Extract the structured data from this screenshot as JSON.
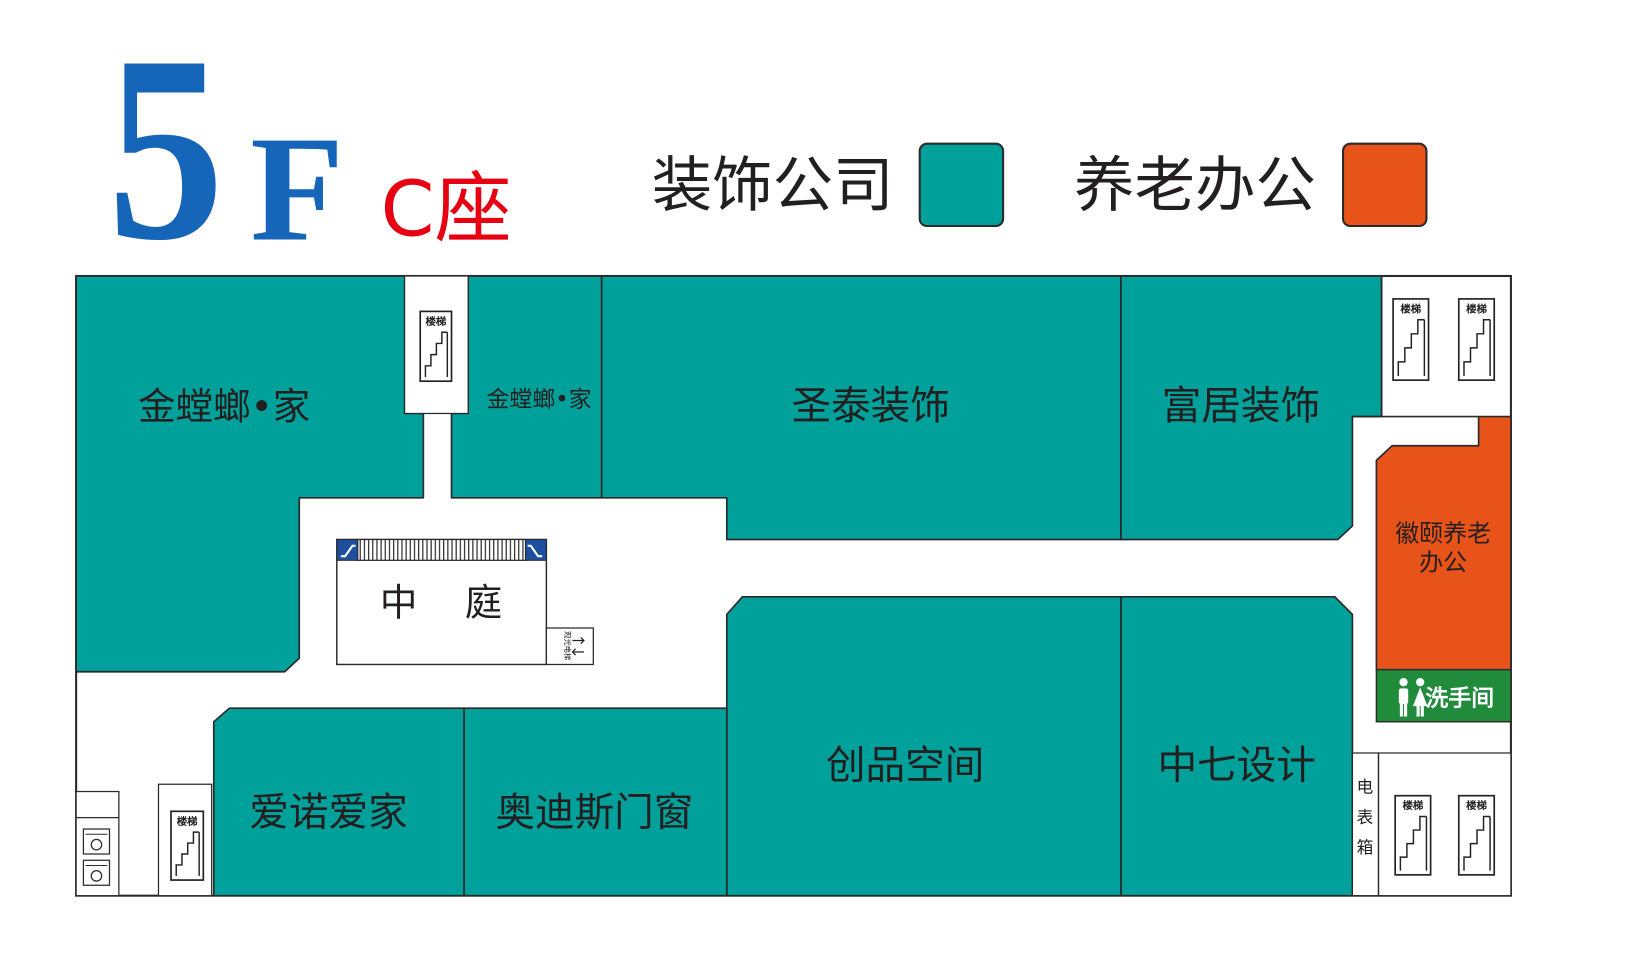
{
  "title": {
    "number": "5",
    "letter": "F",
    "block": "C座"
  },
  "legend": {
    "decoration": {
      "label": "装饰公司",
      "color": "#00a19a"
    },
    "elderly_office": {
      "label": "养老办公",
      "color": "#e8531a"
    }
  },
  "colors": {
    "floor_number": "#1565b8",
    "block_label": "#e60012",
    "restroom": "#1f8b3b",
    "escalator": "#1d4f9c"
  },
  "units": {
    "jtl_home_main": "金螳螂•家",
    "jtl_home_small": "金螳螂•家",
    "shengtai": "圣泰装饰",
    "fuju": "富居装饰",
    "huiyi": [
      "徽颐养老",
      "办公"
    ],
    "chuangpin": "创品空间",
    "zhongqi": "中七设计",
    "aodisi": "奥迪斯门窗",
    "ainuo": "爱诺爱家"
  },
  "facilities": {
    "atrium": "中 庭",
    "restroom": "洗手间",
    "stairs": "楼梯",
    "meter_box": [
      "电",
      "表",
      "箱"
    ],
    "sightseeing_elevator": "观光电梯"
  }
}
